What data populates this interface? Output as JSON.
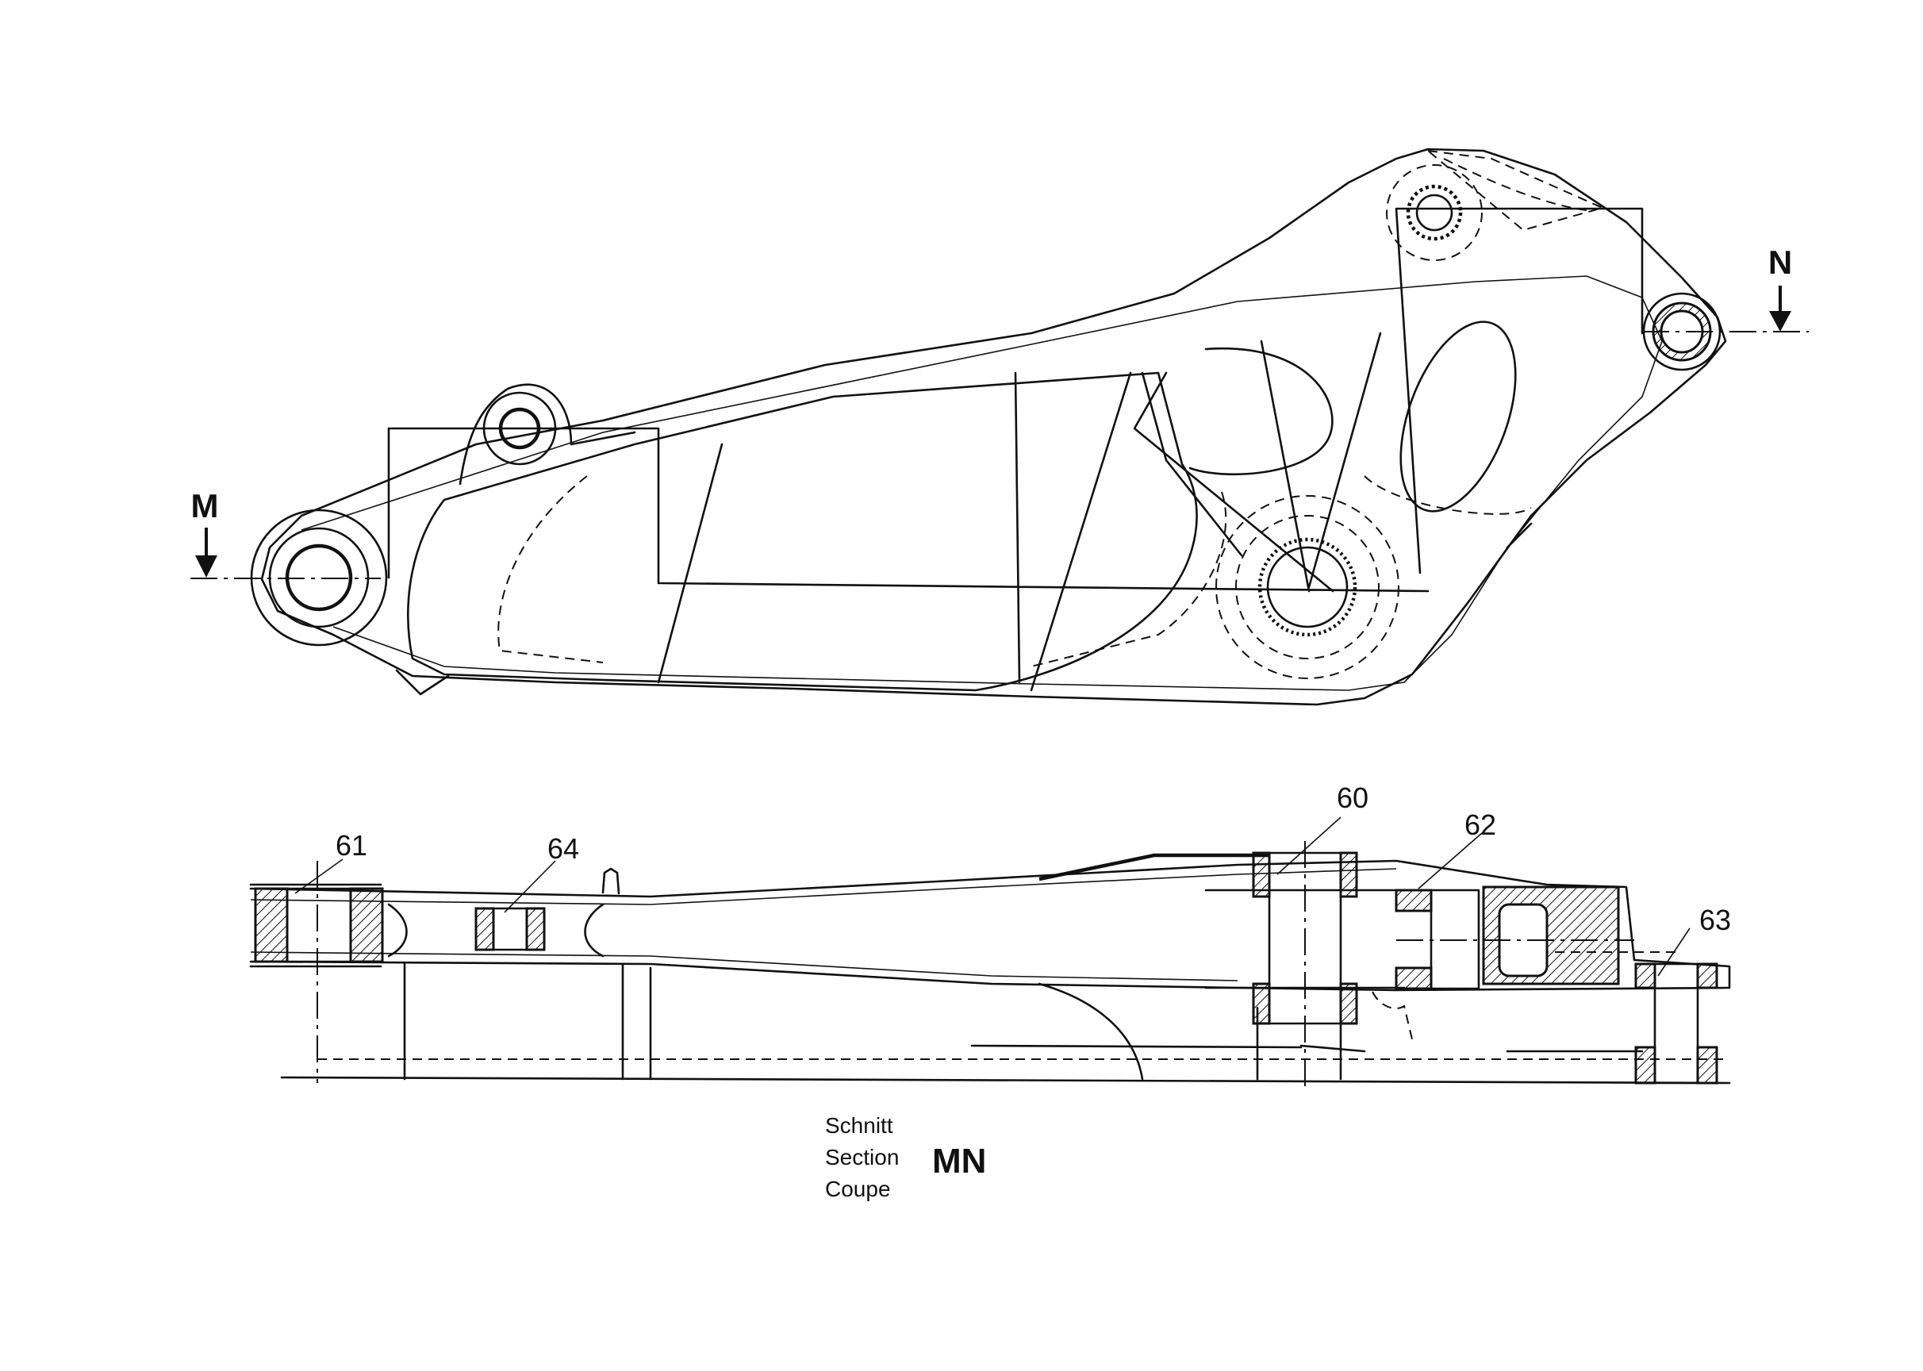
{
  "section_markers": {
    "m": "M",
    "n": "N"
  },
  "part_numbers": [
    "60",
    "61",
    "62",
    "63",
    "64"
  ],
  "caption": {
    "line1": "Schnitt",
    "line2": "Section",
    "line3": "Coupe",
    "title": "MN"
  }
}
